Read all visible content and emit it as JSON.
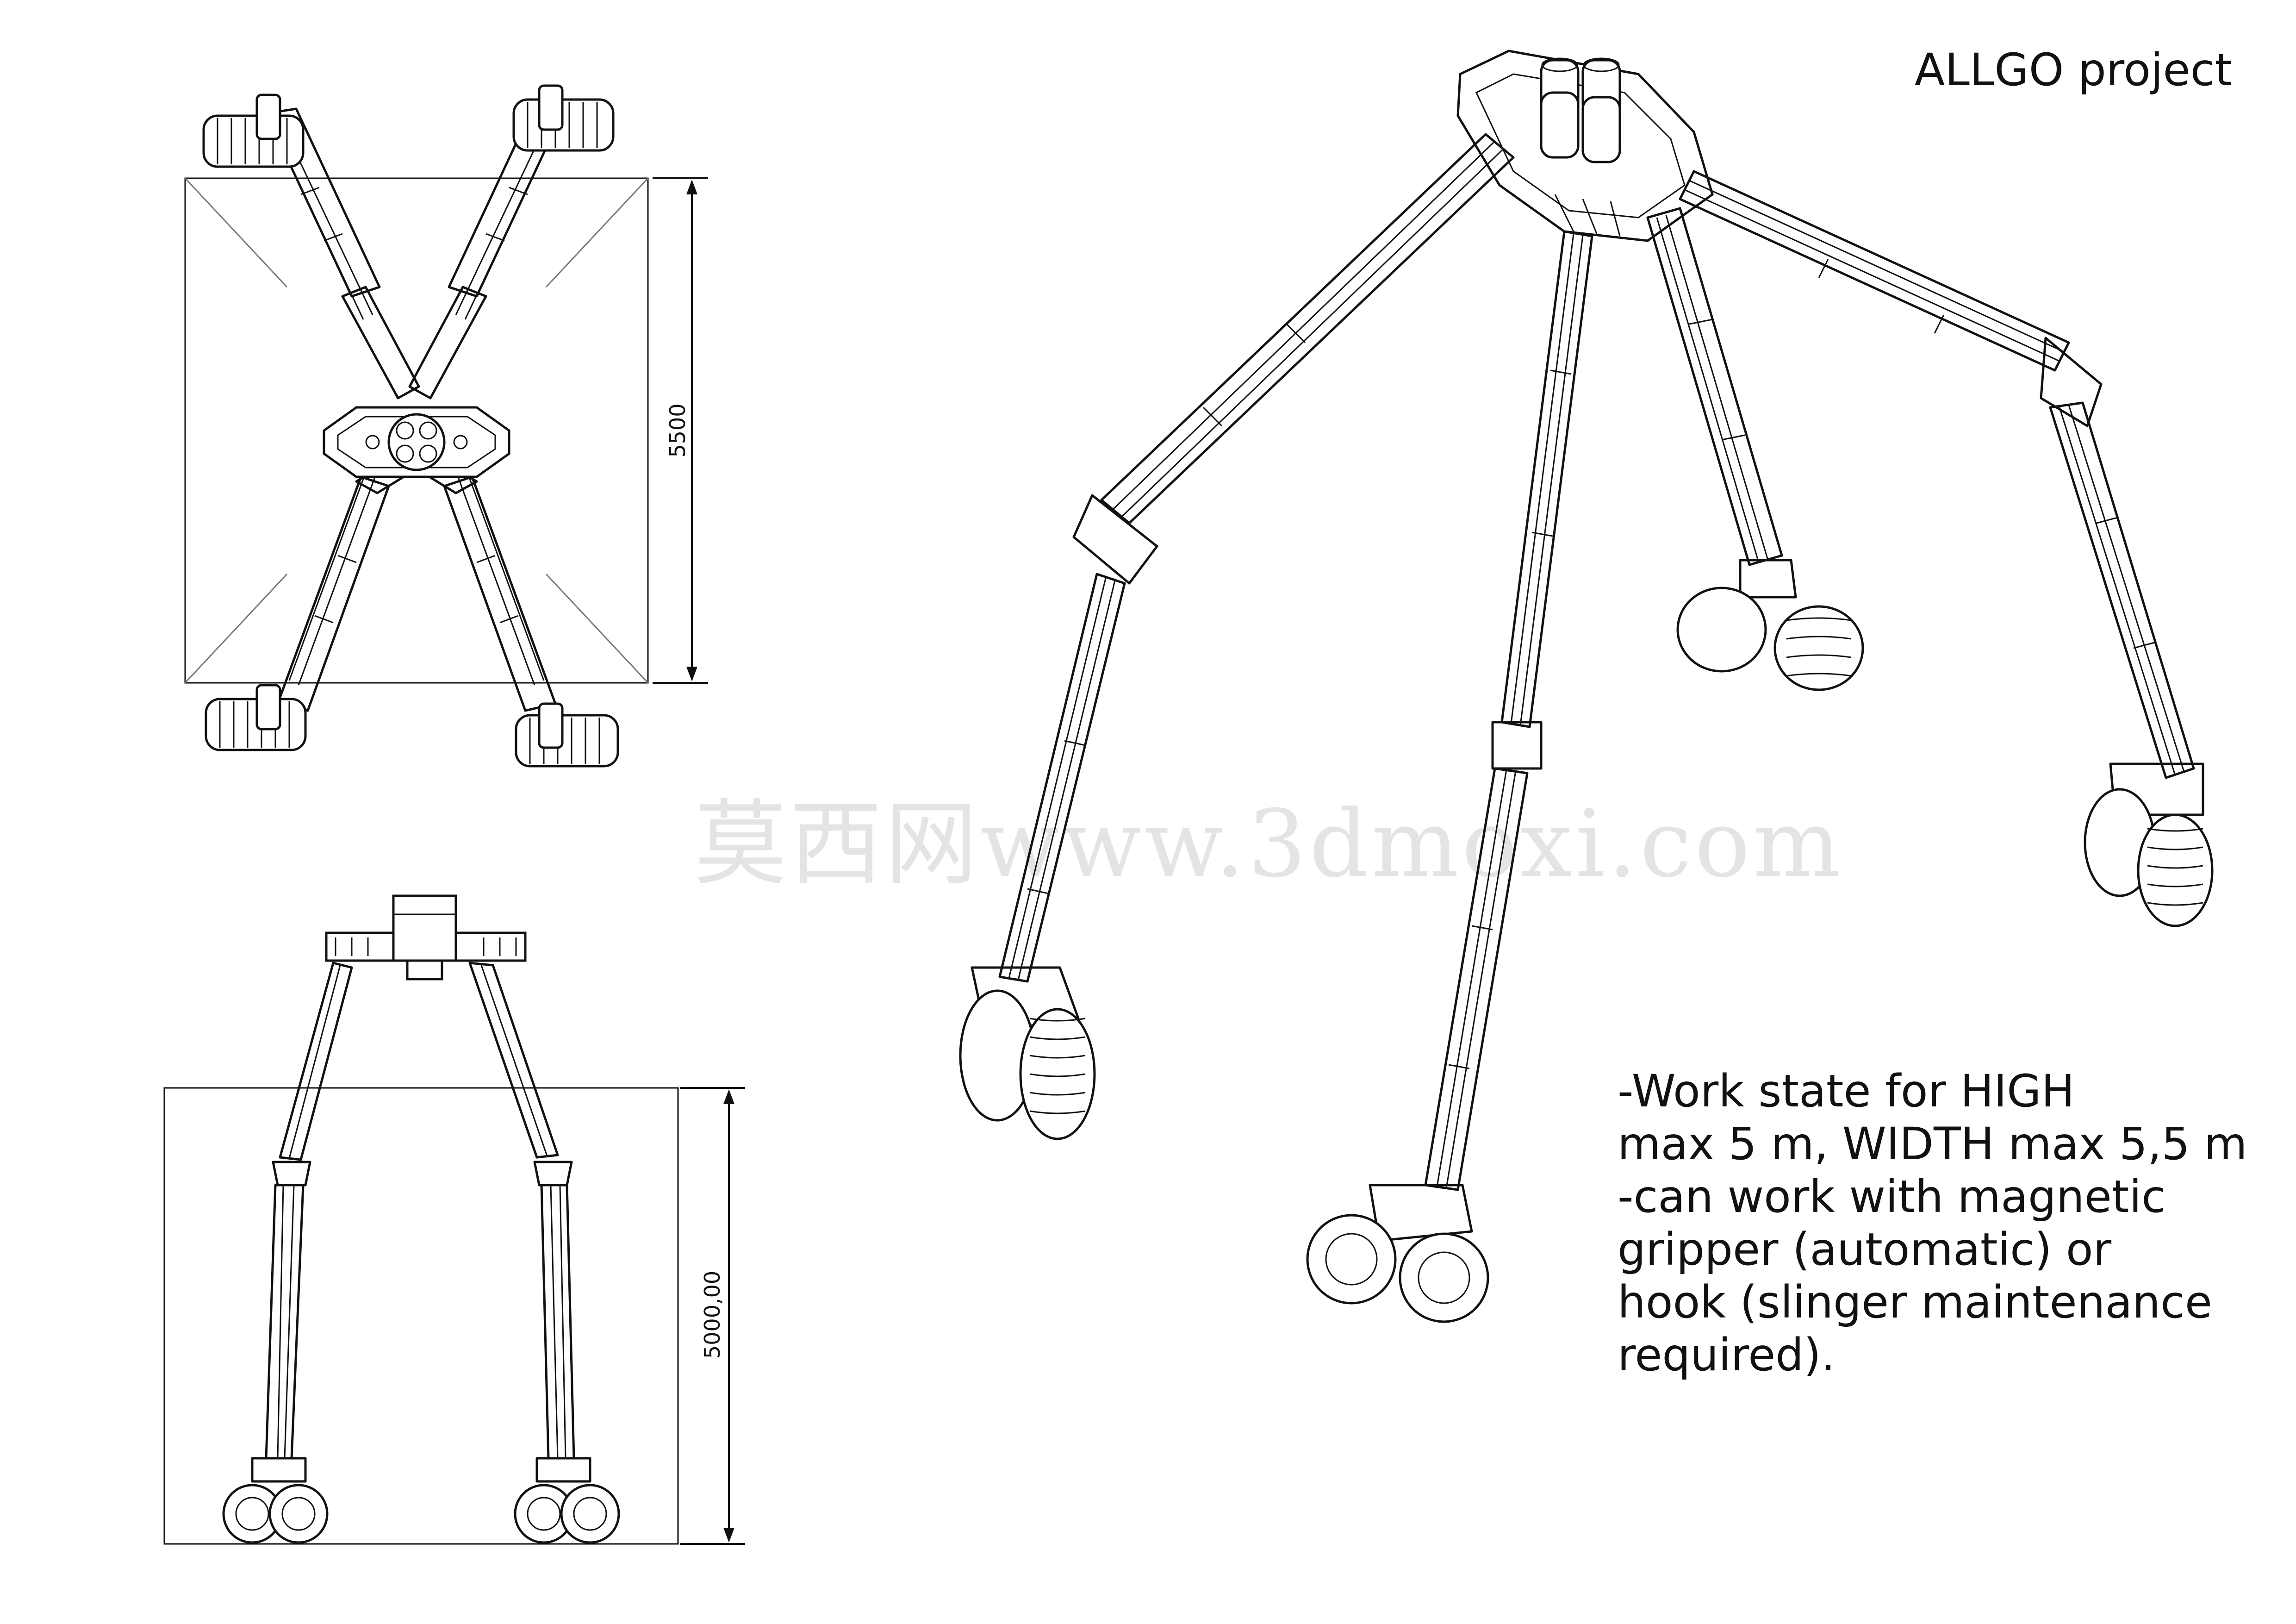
{
  "title": "ALLGO project",
  "views": {
    "top": {
      "dimension_label": "5500"
    },
    "front": {
      "dimension_label": "5000,00"
    }
  },
  "notes": [
    "-Work state for HIGH",
    "max 5 m, WIDTH max 5,5 m",
    "-can work with magnetic",
    "gripper (automatic) or",
    "hook (slinger maintenance",
    "required)."
  ],
  "watermark": "莫西网www.3dmoxi.com"
}
